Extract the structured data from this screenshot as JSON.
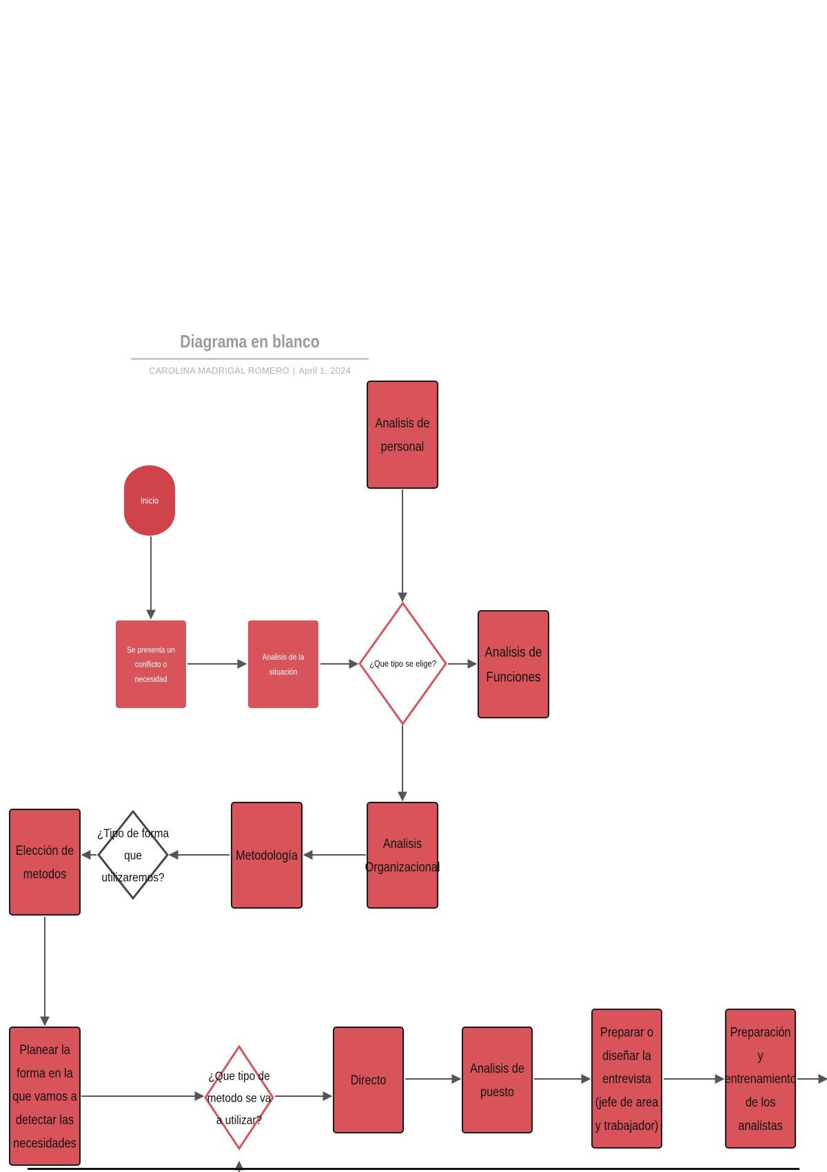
{
  "header": {
    "title": "Diagrama en blanco",
    "author": "CAROLINA MADRIGAL ROMERO",
    "separator": "|",
    "date": "April 1, 2024"
  },
  "colors": {
    "box_fill": "#d9545a",
    "box_stroke": "#1a1a1a",
    "start_fill": "#cf444b",
    "decision_stroke_red": "#d9545a",
    "decision_stroke_dark": "#444444",
    "arrow": "#555555"
  },
  "nodes": [
    {
      "id": "inicio",
      "shape": "terminal",
      "lines": [
        "Inicio"
      ],
      "light": true
    },
    {
      "id": "conflicto",
      "shape": "process",
      "lines": [
        "Se presenta un",
        "conflicto o",
        "necesidad"
      ],
      "light": true
    },
    {
      "id": "analisis-situacion",
      "shape": "process",
      "lines": [
        "Analisis de la",
        "situación"
      ],
      "light": true
    },
    {
      "id": "analisis-personal",
      "shape": "process",
      "lines": [
        "Analisis de",
        "personal"
      ]
    },
    {
      "id": "que-tipo",
      "shape": "decision",
      "lines": [
        "¿Que tipo se elige?"
      ]
    },
    {
      "id": "analisis-funciones",
      "shape": "process",
      "lines": [
        "Analisis de",
        "Funciones"
      ]
    },
    {
      "id": "analisis-organizacional",
      "shape": "process",
      "lines": [
        "Analisis",
        "Organizacional"
      ]
    },
    {
      "id": "metodologia",
      "shape": "process",
      "lines": [
        "Metodología"
      ]
    },
    {
      "id": "tipo-forma",
      "shape": "decision",
      "lines": [
        "¿Tipo de forma",
        "que",
        "utilizaremos?"
      ]
    },
    {
      "id": "eleccion-metodos",
      "shape": "process",
      "lines": [
        "Elección de",
        "metodos"
      ]
    },
    {
      "id": "planear-forma",
      "shape": "process",
      "lines": [
        "Planear la",
        "forma en la",
        "que vamos a",
        "detectar las",
        "necesidades"
      ]
    },
    {
      "id": "que-metodo",
      "shape": "decision",
      "lines": [
        "¿Que tipo de",
        "metodo se va",
        "a utilizar?"
      ]
    },
    {
      "id": "directo",
      "shape": "process",
      "lines": [
        "Directo"
      ]
    },
    {
      "id": "analisis-puesto",
      "shape": "process",
      "lines": [
        "Analisis de",
        "puesto"
      ]
    },
    {
      "id": "preparar-entrevista",
      "shape": "process",
      "lines": [
        "Preparar o",
        "diseñar la",
        "entrevista",
        "(jefe de area",
        "y trabajador)"
      ]
    },
    {
      "id": "preparacion-analistas",
      "shape": "process",
      "lines": [
        "Preparación",
        "y",
        "entrenamiento",
        "de los",
        "analistas"
      ]
    }
  ]
}
